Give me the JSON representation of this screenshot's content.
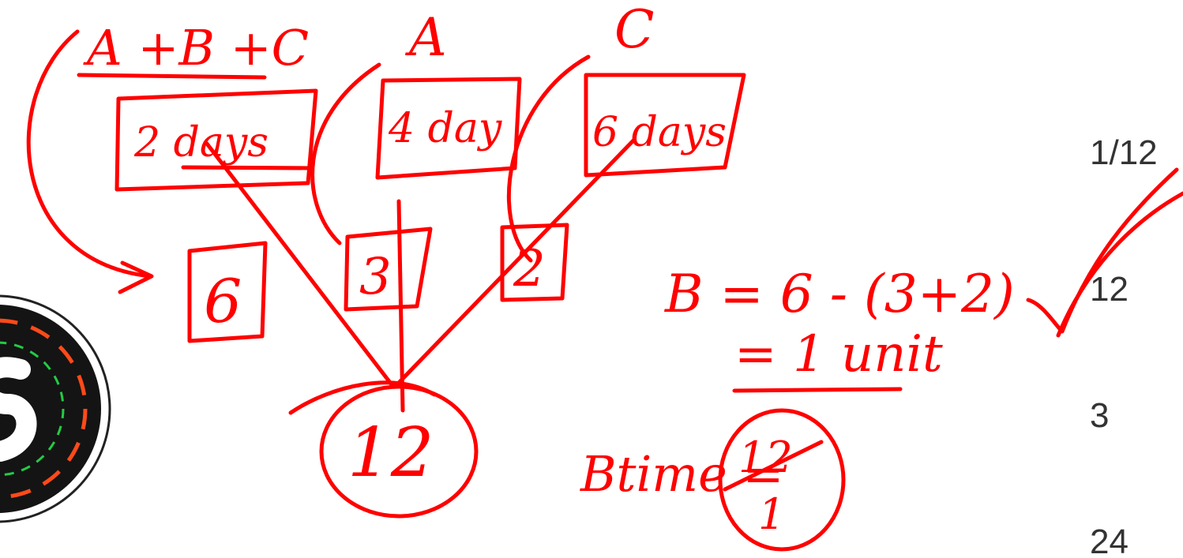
{
  "options": [
    "1/12",
    "12",
    "3",
    "24"
  ],
  "colors": {
    "ink": "#ff0000",
    "option_text": "#333333",
    "logo_disc": "#141414",
    "logo_dash_outer": "#ff4a1a",
    "logo_dash_inner": "#22cc44"
  },
  "notes": {
    "abc_label": "A +B +C",
    "a_label": "A",
    "c_label": "C",
    "box_abc": "2 days",
    "box_a": "4 day",
    "box_c": "6 days",
    "eff_abc": "6",
    "eff_a": "3",
    "eff_c": "2",
    "total": "12",
    "b_formula": "B = 6 - (3+2)",
    "b_result": "= 1 unit",
    "b_time": "Btime =",
    "b_frac_num": "12",
    "b_frac_den": "1"
  },
  "icons": {
    "logo": "speedometer-badge-icon",
    "check": "checkmark-icon"
  }
}
